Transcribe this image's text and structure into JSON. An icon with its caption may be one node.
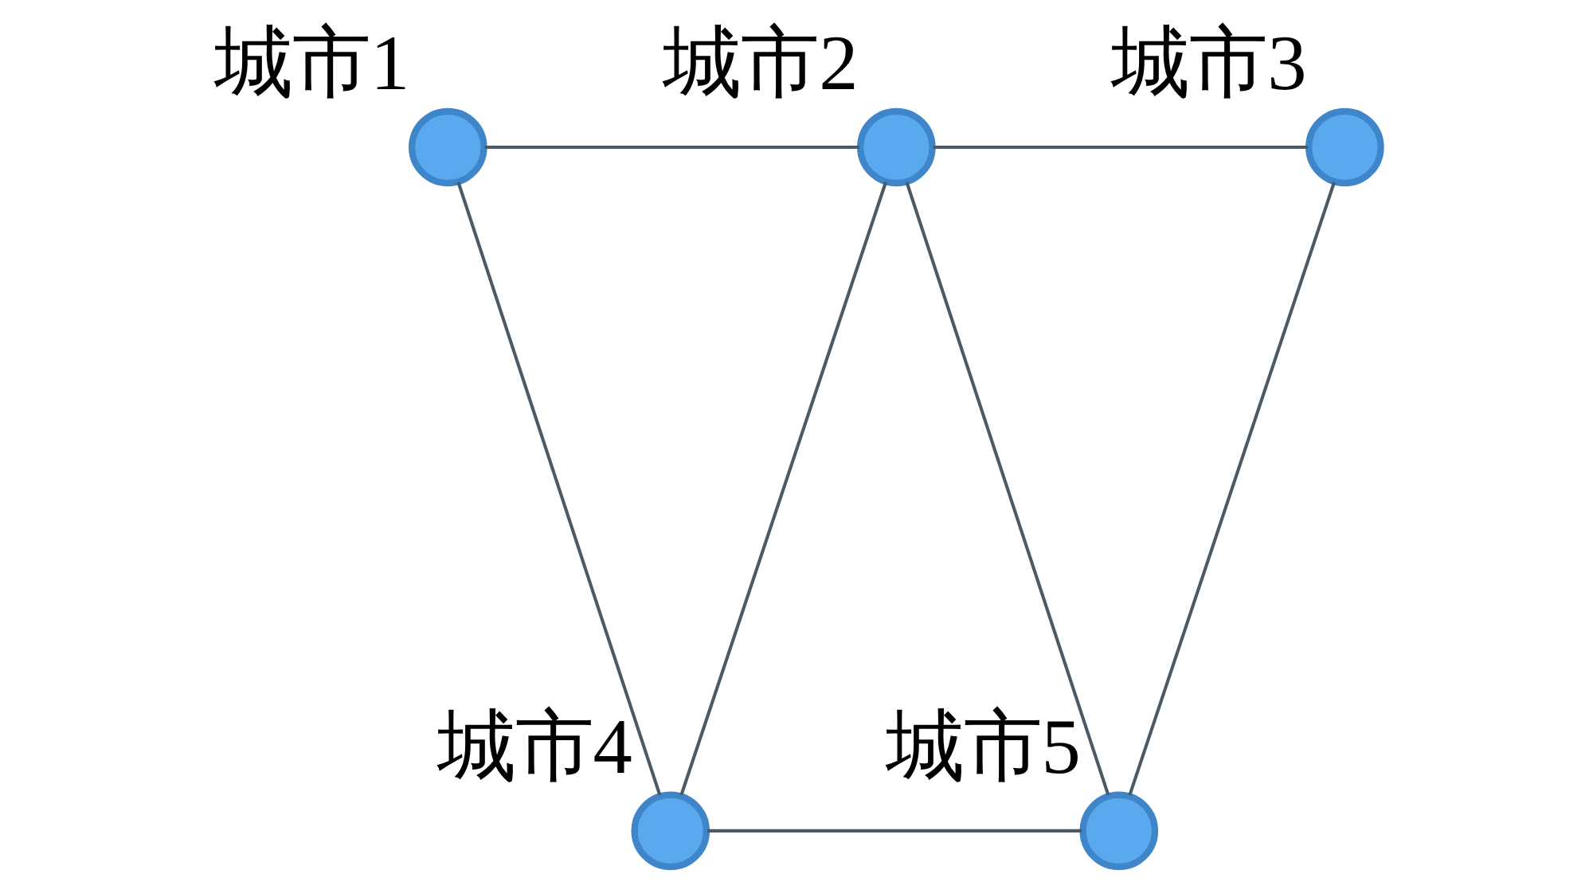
{
  "diagram": {
    "nodes": [
      {
        "text": [],
        "shape": "circle",
        "beside": [
          "城市1"
        ]
      },
      {
        "text": [],
        "shape": "circle",
        "beside": [
          "城市2"
        ]
      },
      {
        "text": [],
        "shape": "circle",
        "beside": [
          "城市3"
        ]
      },
      {
        "text": [],
        "shape": "circle",
        "beside": [
          "城市4"
        ]
      },
      {
        "text": [],
        "shape": "circle",
        "beside": [
          "城市5"
        ]
      }
    ],
    "edges": [
      {
        "from": 0,
        "to": 1,
        "arrow": "none"
      },
      {
        "from": 0,
        "to": 3,
        "arrow": "none"
      },
      {
        "from": 1,
        "to": 2,
        "arrow": "none"
      },
      {
        "from": 1,
        "to": 3,
        "arrow": "none"
      },
      {
        "from": 1,
        "to": 4,
        "arrow": "none"
      },
      {
        "from": 2,
        "to": 4,
        "arrow": "none"
      },
      {
        "from": 3,
        "to": 4,
        "arrow": "none"
      }
    ]
  }
}
